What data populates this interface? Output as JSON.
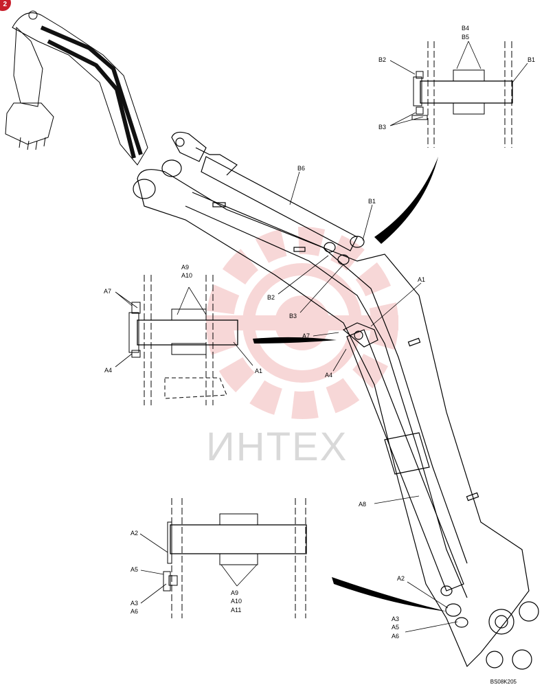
{
  "page_badge": "2",
  "watermark": "ИНТЕХ",
  "drawing_code": "BS08K205",
  "callouts": {
    "B4": "B4",
    "B5": "B5",
    "B2": "B2",
    "B1": "B1",
    "B3": "B3",
    "B6": "B6",
    "A9": "A9",
    "A10": "A10",
    "A11": "A11",
    "A7": "A7",
    "A4": "A4",
    "A1": "A1",
    "A2": "A2",
    "A5": "A5",
    "A3": "A3",
    "A6": "A6",
    "A8": "A8"
  },
  "colors": {
    "line": "#000000",
    "watermark": "#f2b7b7",
    "badge": "#c81e2b"
  }
}
